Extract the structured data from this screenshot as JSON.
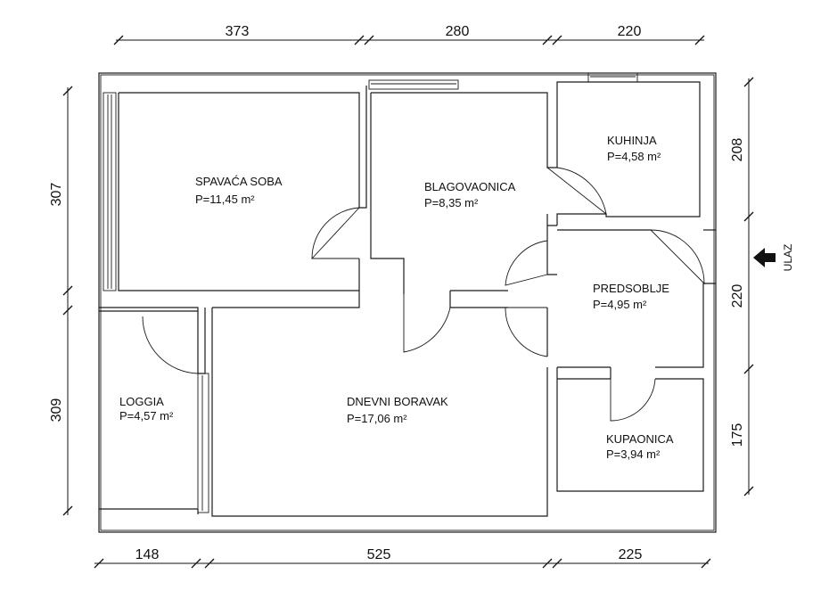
{
  "rooms": [
    {
      "name": "SPAVAĆA SOBA",
      "area": "P=11,45 m²"
    },
    {
      "name": "BLAGOVAONICA",
      "area": "P=8,35 m²"
    },
    {
      "name": "KUHINJA",
      "area": "P=4,58 m²"
    },
    {
      "name": "PREDSOBLJE",
      "area": "P=4,95 m²"
    },
    {
      "name": "LOGGIA",
      "area": "P=4,57 m²"
    },
    {
      "name": "DNEVNI BORAVAK",
      "area": "P=17,06 m²"
    },
    {
      "name": "KUPAONICA",
      "area": "P=3,94 m²"
    }
  ],
  "dimensions": {
    "top": [
      "373",
      "280",
      "220"
    ],
    "bottom": [
      "148",
      "525",
      "225"
    ],
    "left": [
      "307",
      "309"
    ],
    "right": [
      "208",
      "220",
      "175"
    ]
  },
  "entrance": {
    "label": "ULAZ",
    "icon": "arrow-left-icon"
  }
}
